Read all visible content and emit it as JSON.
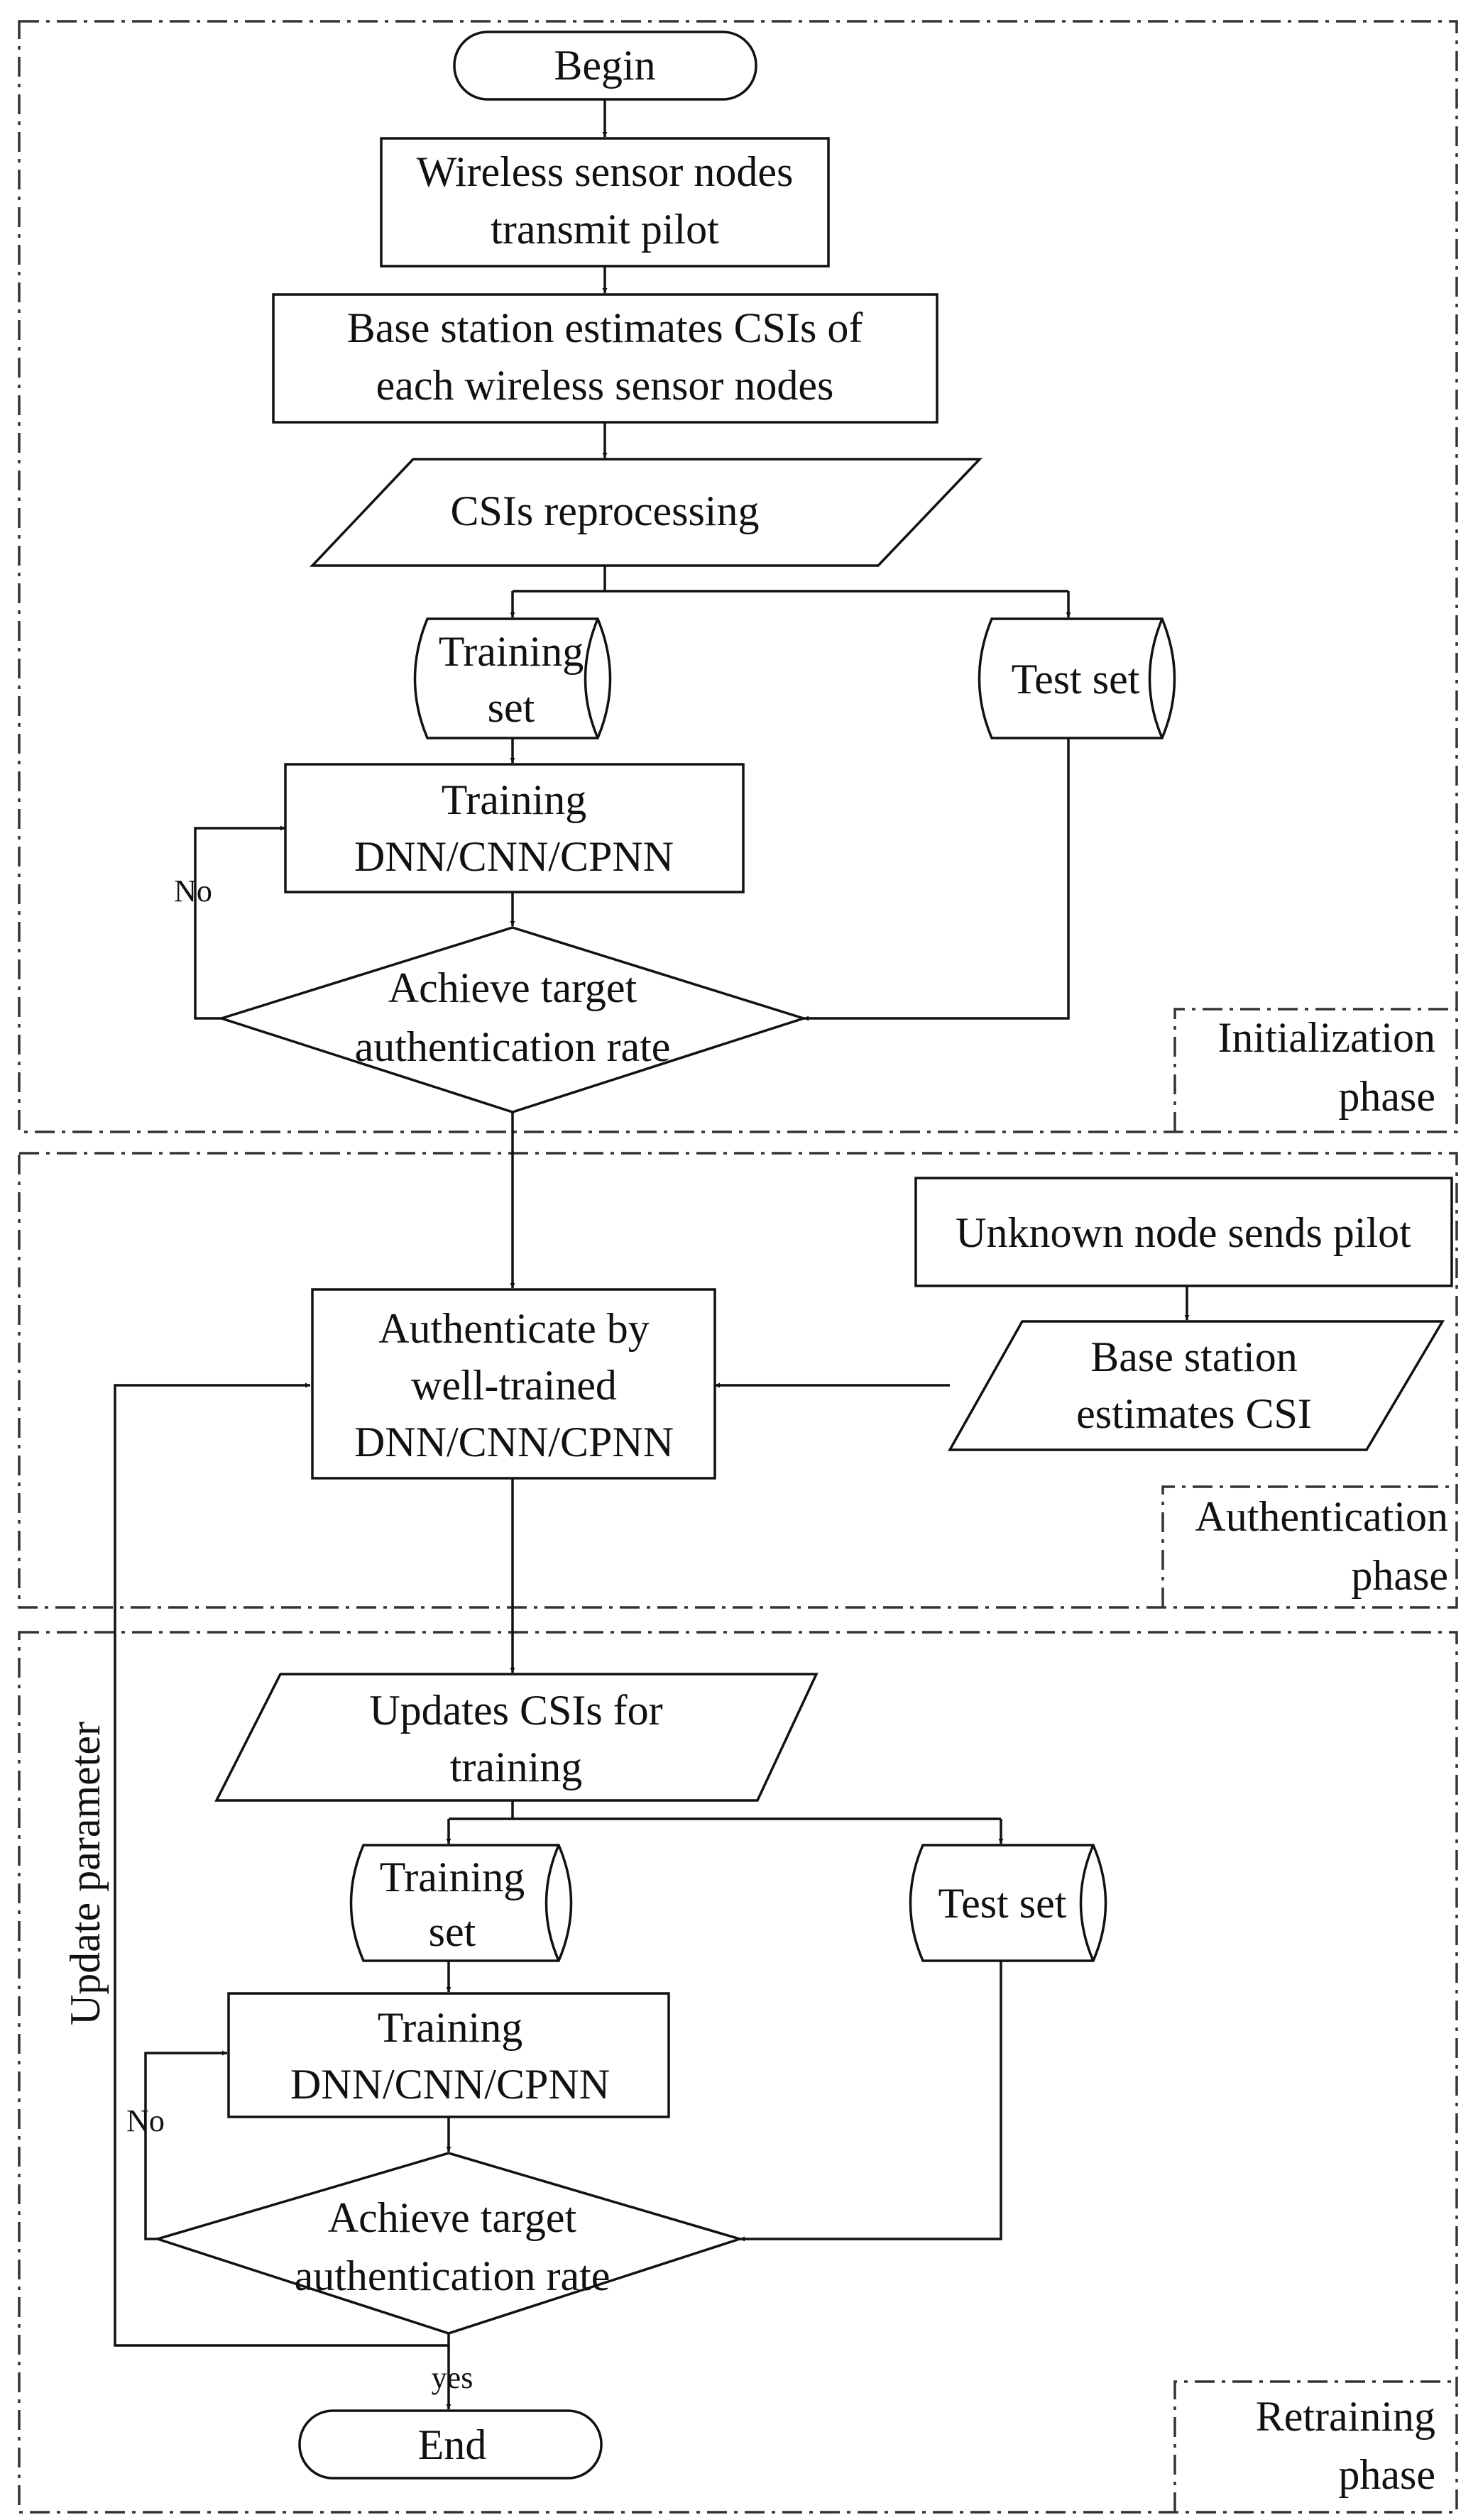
{
  "diagram": {
    "begin": "Begin",
    "end": "End",
    "init": {
      "step1": [
        "Wireless sensor nodes",
        "transmit pilot"
      ],
      "step2": [
        "Base station estimates CSIs of",
        "each wireless sensor nodes"
      ],
      "preprocess": "CSIs reprocessing",
      "training_set": [
        "Training",
        "set"
      ],
      "test_set": "Test set",
      "train_model": [
        "Training",
        "DNN/CNN/CPNN"
      ],
      "decision": [
        "Achieve target",
        "authentication rate"
      ],
      "no_label": "No",
      "phase_label": [
        "Initialization",
        "phase"
      ]
    },
    "auth": {
      "unknown_node": "Unknown node sends pilot",
      "estimate": [
        "Base station",
        "estimates CSI"
      ],
      "authenticate": [
        "Authenticate by",
        "well-trained",
        "DNN/CNN/CPNN"
      ],
      "phase_label": [
        "Authentication",
        "phase"
      ]
    },
    "retrain": {
      "update": [
        "Updates CSIs for",
        "training"
      ],
      "training_set": [
        "Training",
        "set"
      ],
      "test_set": "Test set",
      "train_model": [
        "Training",
        "DNN/CNN/CPNN"
      ],
      "decision": [
        "Achieve target",
        "authentication rate"
      ],
      "no_label": "No",
      "yes_label": "yes",
      "loop_label": "Update parameter",
      "phase_label": [
        "Retraining",
        "phase"
      ]
    }
  }
}
